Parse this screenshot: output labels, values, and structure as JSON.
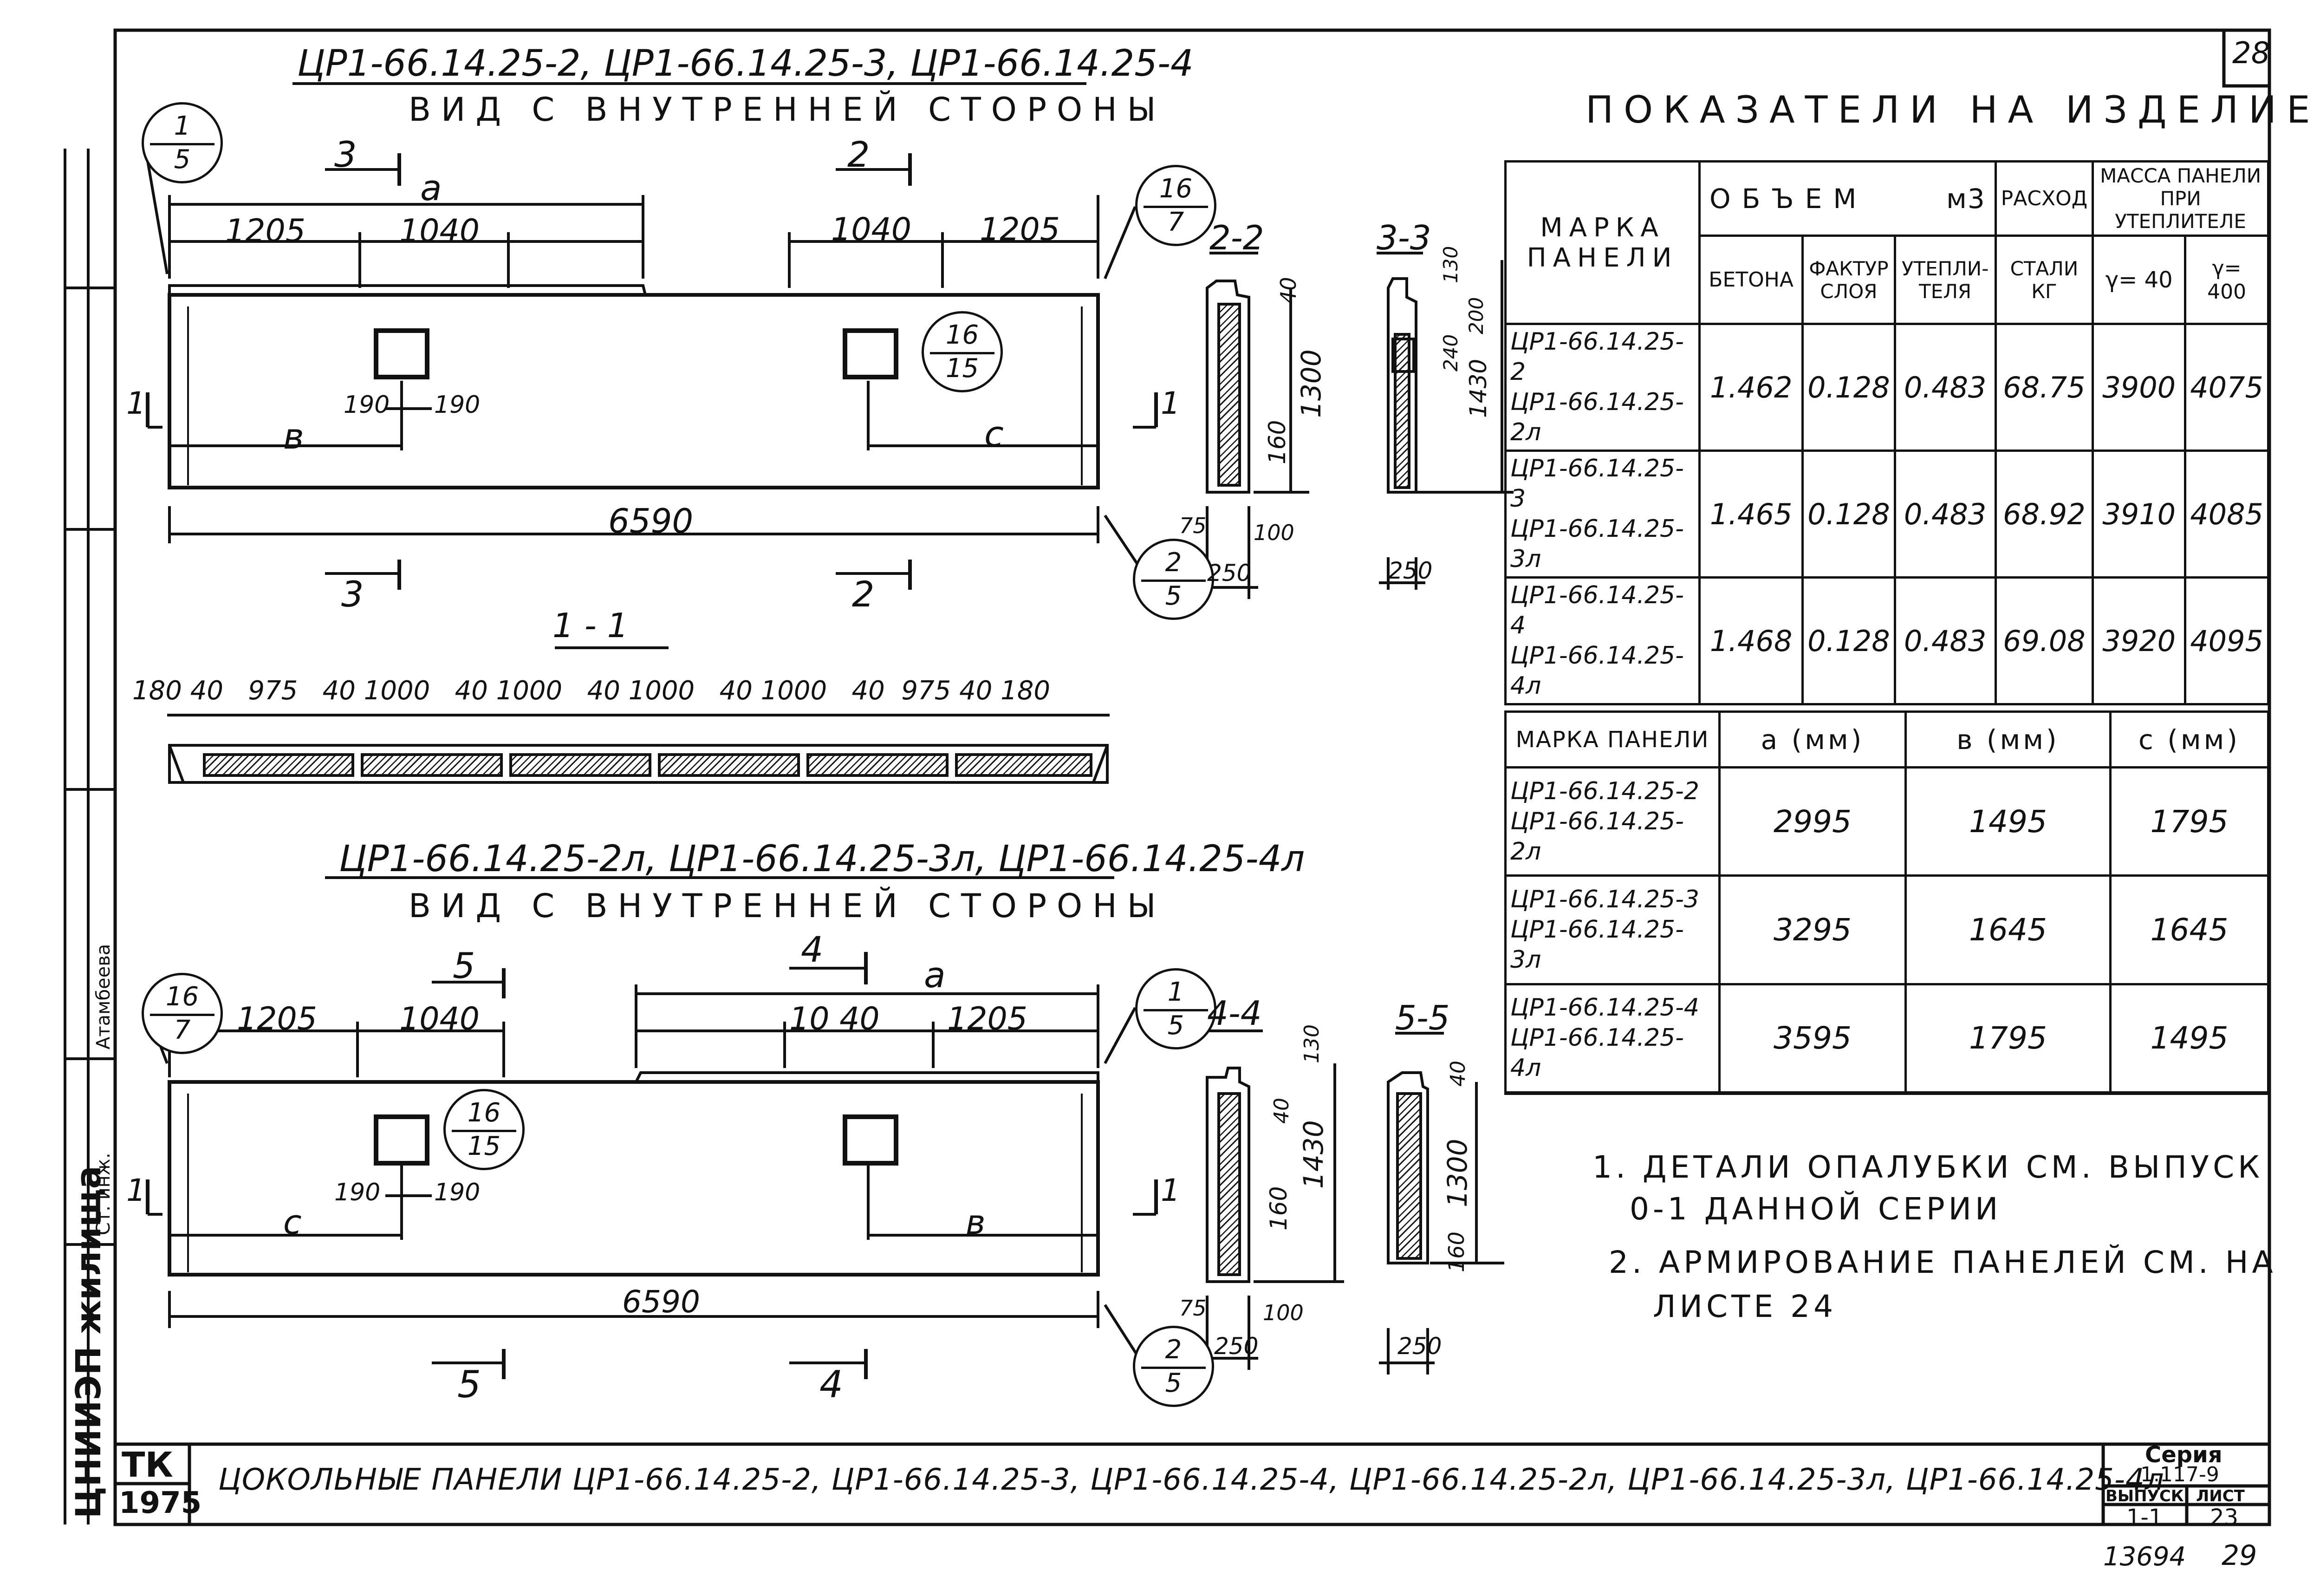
{
  "page_number_corner": "28",
  "top_view": {
    "title": "ЦР1-66.14.25-2, ЦР1-66.14.25-3, ЦР1-66.14.25-4",
    "subtitle": "ВИД С ВНУТРЕННЕЙ СТОРОНЫ",
    "dims": {
      "d1205a": "1205",
      "d1040a": "1040",
      "d1040b": "1040",
      "d1205b": "1205",
      "a": "а",
      "b": "в",
      "c": "с",
      "d190a": "190",
      "d190b": "190",
      "d6590": "6590"
    },
    "cuts": {
      "c3top": "3",
      "c2top": "2",
      "c3bot": "3",
      "c2bot": "2",
      "c1l": "1",
      "c1r": "1"
    },
    "callouts": [
      {
        "top": "1",
        "bot": "5"
      },
      {
        "top": "16",
        "bot": "7"
      },
      {
        "top": "16",
        "bot": "15"
      },
      {
        "top": "2",
        "bot": "5"
      }
    ]
  },
  "section_22": {
    "label": "2-2",
    "d40": "40",
    "d1300": "1300",
    "d160": "160",
    "d75": "75",
    "d250": "250",
    "d100": "100"
  },
  "section_33": {
    "label": "3-3",
    "d130": "130",
    "d200": "200",
    "d240": "240",
    "d1430": "1430",
    "d250": "250"
  },
  "section_11": {
    "label": "1 - 1",
    "dims": "180 40   975   40 1000   40 1000   40 1000   40 1000   40  975 40 180"
  },
  "bottom_view": {
    "title": "ЦР1-66.14.25-2л, ЦР1-66.14.25-3л, ЦР1-66.14.25-4л",
    "subtitle": "ВИД С ВНУТРЕННЕЙ СТОРОНЫ",
    "dims": {
      "d1205a": "1205",
      "d1040a": "1040",
      "d1040b": "10 40",
      "d1205b": "1205",
      "a": "а",
      "b": "в",
      "c": "с",
      "d190a": "190",
      "d190b": "190",
      "d6590": "6590"
    },
    "cuts": {
      "c5top": "5",
      "c4top": "4",
      "c5bot": "5",
      "c4bot": "4",
      "c1l": "1",
      "c1r": "1"
    },
    "callouts": [
      {
        "top": "16",
        "bot": "7"
      },
      {
        "top": "1",
        "bot": "5"
      },
      {
        "top": "16",
        "bot": "15"
      },
      {
        "top": "2",
        "bot": "5"
      }
    ]
  },
  "section_44": {
    "label": "4-4",
    "d130": "130",
    "d40": "40",
    "d1430": "1430",
    "d160": "160",
    "d75": "75",
    "d250": "250",
    "d100": "100"
  },
  "section_55": {
    "label": "5-5",
    "d40": "40",
    "d1300": "1300",
    "d160": "160",
    "d250": "250"
  },
  "indicators": {
    "title": "ПОКАЗАТЕЛИ НА ИЗДЕЛИЕ",
    "headers": {
      "mark": "МАРКА ПАНЕЛИ",
      "volume": "ОБЪЕМ",
      "unit": "м3",
      "concrete": "БЕТОНА",
      "facture": "ФАКТУР СЛОЯ",
      "insul": "УТЕПЛИ- ТЕЛЯ",
      "steel_top": "РАСХОД",
      "steel": "СТАЛИ КГ",
      "mass": "МАССА ПАНЕЛИ ПРИ УТЕПЛИТЕЛЕ",
      "g40": "γ= 40",
      "g400": "γ= 400"
    },
    "rows": [
      {
        "m1": "ЦР1-66.14.25-2",
        "m2": "ЦР1-66.14.25-2л",
        "concrete": "1.462",
        "facture": "0.128",
        "insul": "0.483",
        "steel": "68.75",
        "g40": "3900",
        "g400": "4075"
      },
      {
        "m1": "ЦР1-66.14.25-3",
        "m2": "ЦР1-66.14.25-3л",
        "concrete": "1.465",
        "facture": "0.128",
        "insul": "0.483",
        "steel": "68.92",
        "g40": "3910",
        "g400": "4085"
      },
      {
        "m1": "ЦР1-66.14.25-4",
        "m2": "ЦР1-66.14.25-4л",
        "concrete": "1.468",
        "facture": "0.128",
        "insul": "0.483",
        "steel": "69.08",
        "g40": "3920",
        "g400": "4095"
      }
    ]
  },
  "dims_table": {
    "headers": {
      "mark": "МАРКА ПАНЕЛИ",
      "a": "а (мм)",
      "b": "в (мм)",
      "c": "с (мм)"
    },
    "rows": [
      {
        "m1": "ЦР1-66.14.25-2",
        "m2": "ЦР1-66.14.25-2л",
        "a": "2995",
        "b": "1495",
        "c": "1795"
      },
      {
        "m1": "ЦР1-66.14.25-3",
        "m2": "ЦР1-66.14.25-3л",
        "a": "3295",
        "b": "1645",
        "c": "1645"
      },
      {
        "m1": "ЦР1-66.14.25-4",
        "m2": "ЦР1-66.14.25-4л",
        "a": "3595",
        "b": "1795",
        "c": "1495"
      }
    ]
  },
  "notes": {
    "n1a": "1. ДЕТАЛИ ОПАЛУБКИ СМ. ВЫПУСК",
    "n1b": "0-1 ДАННОЙ СЕРИИ",
    "n2a": "2. АРМИРОВАНИЕ ПАНЕЛЕЙ СМ. НА",
    "n2b": "ЛИСТЕ 24"
  },
  "title_block": {
    "org": "ТК",
    "year": "1975",
    "title": "ЦОКОЛЬНЫЕ ПАНЕЛИ ЦР1-66.14.25-2, ЦР1-66.14.25-3, ЦР1-66.14.25-4, ЦР1-66.14.25-2л, ЦР1-66.14.25-3л, ЦР1-66.14.25-4л",
    "series_label": "Серия",
    "series": "1.117-9",
    "issue_label": "ВЫПУСК",
    "issue": "1-1",
    "sheet_label": "ЛИСТ",
    "sheet": "23"
  },
  "bottom_numbers": {
    "left": "13694",
    "right": "29"
  },
  "side_stamp": {
    "main": "ЦНИИЭП жилища",
    "role": "Ст. инж.",
    "name": "Атамбеева"
  }
}
